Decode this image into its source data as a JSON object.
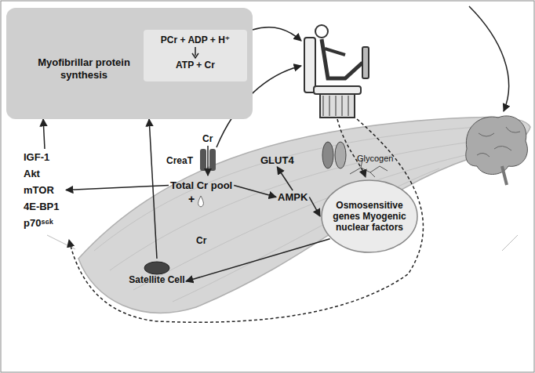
{
  "diagram": {
    "nodes": [
      {
        "text": [
          "Myofibrillar protein synthesis"
        ]
      },
      {
        "text": [
          "PCr + ADP + H⁺",
          "ATP + Cr"
        ],
        "in": 0
      },
      {
        "text": [
          "Total Cr pool"
        ]
      },
      {
        "text": [
          "AMPK"
        ]
      },
      {
        "text": [
          "GLUT4"
        ]
      },
      {
        "text": [
          "IGF-1 Akt mTOR 4E-BP1 p70ˢ⁶ᵏ"
        ]
      },
      {
        "text": [
          "Osmosensitive genes Myogenic nuclear factors"
        ]
      },
      {
        "text": [
          "Satellite Cell"
        ]
      }
    ],
    "edges": [
      {
        "from": 2,
        "to": 3,
        "arrow": "to"
      },
      {
        "from": 3,
        "to": 4,
        "arrow": "to"
      },
      {
        "from": 2,
        "to": 5,
        "arrow": "to"
      },
      {
        "from": 5,
        "to": 0,
        "arrow": "to"
      },
      {
        "from": 3,
        "to": 6,
        "arrow": "to"
      },
      {
        "from": 6,
        "to": 7,
        "arrow": "to"
      },
      {
        "from": 7,
        "to": 0,
        "arrow": "to"
      }
    ],
    "labels": [
      "Cr",
      "CreaT",
      "Glycogen",
      "+",
      "Cr"
    ]
  }
}
